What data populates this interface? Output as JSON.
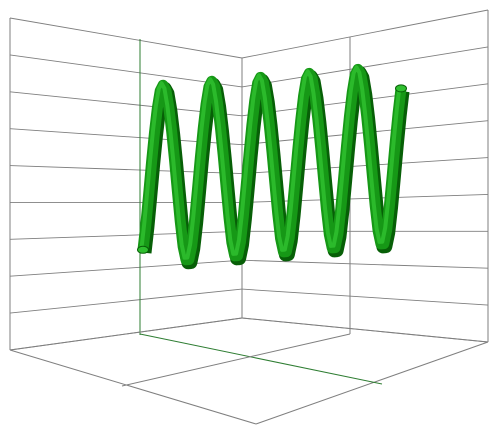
{
  "chart_data": {
    "type": "line",
    "title": "",
    "xlabel": "",
    "ylabel": "",
    "zlabel": "",
    "grid": true,
    "legend": "none",
    "colors": {
      "grid": "#7f7f7f",
      "grid_accent": "#2e7d32",
      "series_light": "#2fbf2f",
      "series_mid": "#169816",
      "series_dark": "#075f07"
    },
    "series": [
      {
        "x": [
          0,
          0.05,
          0.1,
          0.15,
          0.2,
          0.25,
          0.3,
          0.35,
          0.4,
          0.45,
          0.5,
          0.55,
          0.6,
          0.65,
          0.7,
          0.75,
          0.8,
          0.85,
          0.9,
          0.95,
          1,
          1.05,
          1.1,
          1.15,
          1.2,
          1.25,
          1.3,
          1.35,
          1.4,
          1.45,
          1.5,
          1.55,
          1.6,
          1.65,
          1.7,
          1.75,
          1.8,
          1.85,
          1.9,
          1.95,
          2,
          2.05,
          2.1,
          2.15,
          2.2,
          2.25,
          2.3,
          2.35,
          2.4,
          2.45,
          2.5,
          2.55,
          2.6,
          2.65,
          2.7,
          2.75,
          2.8,
          2.85,
          2.9,
          2.95,
          3,
          3.05,
          3.1,
          3.15,
          3.2,
          3.25,
          3.3,
          3.35,
          3.4,
          3.45,
          3.5,
          3.55,
          3.6,
          3.65,
          3.7,
          3.75,
          3.8,
          3.85,
          3.9,
          3.95,
          4,
          4.05,
          4.1,
          4.15,
          4.2,
          4.25,
          4.3,
          4.35,
          4.4,
          4.45,
          4.5
        ],
        "y": [
          -0.82,
          -0.54,
          -0.2,
          0.15,
          0.47,
          0.74,
          0.93,
          0.99,
          0.93,
          0.74,
          0.47,
          0.15,
          -0.2,
          -0.54,
          -0.82,
          -0.97,
          -0.97,
          -0.82,
          -0.54,
          -0.2,
          0.15,
          0.47,
          0.74,
          0.93,
          0.99,
          0.93,
          0.74,
          0.47,
          0.15,
          -0.2,
          -0.54,
          -0.82,
          -0.97,
          -0.97,
          -0.82,
          -0.54,
          -0.2,
          0.15,
          0.47,
          0.74,
          0.93,
          0.99,
          0.93,
          0.74,
          0.47,
          0.15,
          -0.2,
          -0.54,
          -0.82,
          -0.97,
          -0.97,
          -0.82,
          -0.54,
          -0.2,
          0.15,
          0.47,
          0.74,
          0.93,
          0.99,
          0.93,
          0.74,
          0.47,
          0.15,
          -0.2,
          -0.54,
          -0.82,
          -0.97,
          -0.97,
          -0.82,
          -0.54,
          -0.2,
          0.15,
          0.47,
          0.74,
          0.93,
          0.99,
          0.93,
          0.74,
          0.47,
          0.15,
          -0.2,
          -0.54,
          -0.82,
          -0.97,
          -0.97,
          -0.82,
          -0.54,
          -0.2,
          0.15,
          0.47,
          0.74
        ]
      }
    ]
  }
}
